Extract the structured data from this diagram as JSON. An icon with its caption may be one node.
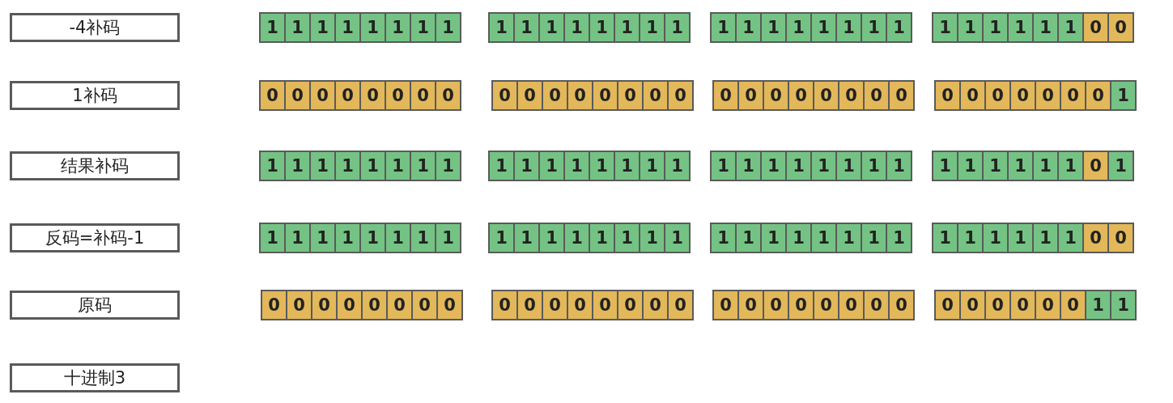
{
  "diagram": {
    "nodes": [
      {
        "text": [
          "-4补码"
        ]
      },
      {
        "text": [
          "1"
        ]
      },
      {
        "text": [
          "1"
        ]
      },
      {
        "text": [
          "1"
        ]
      },
      {
        "text": [
          "1"
        ]
      },
      {
        "text": [
          "1"
        ]
      },
      {
        "text": [
          "1"
        ]
      },
      {
        "text": [
          "1"
        ]
      },
      {
        "text": [
          "1"
        ]
      },
      {
        "text": [
          "1"
        ]
      },
      {
        "text": [
          "1"
        ]
      },
      {
        "text": [
          "1"
        ]
      },
      {
        "text": [
          "1"
        ]
      },
      {
        "text": [
          "1"
        ]
      },
      {
        "text": [
          "1"
        ]
      },
      {
        "text": [
          "1"
        ]
      },
      {
        "text": [
          "1"
        ]
      },
      {
        "text": [
          "1"
        ]
      },
      {
        "text": [
          "1"
        ]
      },
      {
        "text": [
          "1"
        ]
      },
      {
        "text": [
          "1"
        ]
      },
      {
        "text": [
          "1"
        ]
      },
      {
        "text": [
          "1"
        ]
      },
      {
        "text": [
          "1"
        ]
      },
      {
        "text": [
          "1"
        ]
      },
      {
        "text": [
          "1"
        ]
      },
      {
        "text": [
          "1"
        ]
      },
      {
        "text": [
          "1"
        ]
      },
      {
        "text": [
          "1"
        ]
      },
      {
        "text": [
          "1"
        ]
      },
      {
        "text": [
          "1"
        ]
      },
      {
        "text": [
          "0"
        ]
      },
      {
        "text": [
          "0"
        ]
      },
      {
        "text": [
          "1补码"
        ]
      },
      {
        "text": [
          "0"
        ]
      },
      {
        "text": [
          "0"
        ]
      },
      {
        "text": [
          "0"
        ]
      },
      {
        "text": [
          "0"
        ]
      },
      {
        "text": [
          "0"
        ]
      },
      {
        "text": [
          "0"
        ]
      },
      {
        "text": [
          "0"
        ]
      },
      {
        "text": [
          "0"
        ]
      },
      {
        "text": [
          "0"
        ]
      },
      {
        "text": [
          "0"
        ]
      },
      {
        "text": [
          "0"
        ]
      },
      {
        "text": [
          "0"
        ]
      },
      {
        "text": [
          "0"
        ]
      },
      {
        "text": [
          "0"
        ]
      },
      {
        "text": [
          "0"
        ]
      },
      {
        "text": [
          "0"
        ]
      },
      {
        "text": [
          "0"
        ]
      },
      {
        "text": [
          "0"
        ]
      },
      {
        "text": [
          "0"
        ]
      },
      {
        "text": [
          "0"
        ]
      },
      {
        "text": [
          "0"
        ]
      },
      {
        "text": [
          "0"
        ]
      },
      {
        "text": [
          "0"
        ]
      },
      {
        "text": [
          "0"
        ]
      },
      {
        "text": [
          "0"
        ]
      },
      {
        "text": [
          "0"
        ]
      },
      {
        "text": [
          "0"
        ]
      },
      {
        "text": [
          "0"
        ]
      },
      {
        "text": [
          "0"
        ]
      },
      {
        "text": [
          "0"
        ]
      },
      {
        "text": [
          "0"
        ]
      },
      {
        "text": [
          "1"
        ]
      },
      {
        "text": [
          "结果补码"
        ]
      },
      {
        "text": [
          "1"
        ]
      },
      {
        "text": [
          "1"
        ]
      },
      {
        "text": [
          "1"
        ]
      },
      {
        "text": [
          "1"
        ]
      },
      {
        "text": [
          "1"
        ]
      },
      {
        "text": [
          "1"
        ]
      },
      {
        "text": [
          "1"
        ]
      },
      {
        "text": [
          "1"
        ]
      },
      {
        "text": [
          "1"
        ]
      },
      {
        "text": [
          "1"
        ]
      },
      {
        "text": [
          "1"
        ]
      },
      {
        "text": [
          "1"
        ]
      },
      {
        "text": [
          "1"
        ]
      },
      {
        "text": [
          "1"
        ]
      },
      {
        "text": [
          "1"
        ]
      },
      {
        "text": [
          "1"
        ]
      },
      {
        "text": [
          "1"
        ]
      },
      {
        "text": [
          "1"
        ]
      },
      {
        "text": [
          "1"
        ]
      },
      {
        "text": [
          "1"
        ]
      },
      {
        "text": [
          "1"
        ]
      },
      {
        "text": [
          "1"
        ]
      },
      {
        "text": [
          "1"
        ]
      },
      {
        "text": [
          "1"
        ]
      },
      {
        "text": [
          "1"
        ]
      },
      {
        "text": [
          "1"
        ]
      },
      {
        "text": [
          "1"
        ]
      },
      {
        "text": [
          "1"
        ]
      },
      {
        "text": [
          "1"
        ]
      },
      {
        "text": [
          "1"
        ]
      },
      {
        "text": [
          "0"
        ]
      },
      {
        "text": [
          "1"
        ]
      },
      {
        "text": [
          "反码=补码-1"
        ]
      },
      {
        "text": [
          "1"
        ]
      },
      {
        "text": [
          "1"
        ]
      },
      {
        "text": [
          "1"
        ]
      },
      {
        "text": [
          "1"
        ]
      },
      {
        "text": [
          "1"
        ]
      },
      {
        "text": [
          "1"
        ]
      },
      {
        "text": [
          "1"
        ]
      },
      {
        "text": [
          "1"
        ]
      },
      {
        "text": [
          "1"
        ]
      },
      {
        "text": [
          "1"
        ]
      },
      {
        "text": [
          "1"
        ]
      },
      {
        "text": [
          "1"
        ]
      },
      {
        "text": [
          "1"
        ]
      },
      {
        "text": [
          "1"
        ]
      },
      {
        "text": [
          "1"
        ]
      },
      {
        "text": [
          "1"
        ]
      },
      {
        "text": [
          "1"
        ]
      },
      {
        "text": [
          "1"
        ]
      },
      {
        "text": [
          "1"
        ]
      },
      {
        "text": [
          "1"
        ]
      },
      {
        "text": [
          "1"
        ]
      },
      {
        "text": [
          "1"
        ]
      },
      {
        "text": [
          "1"
        ]
      },
      {
        "text": [
          "1"
        ]
      },
      {
        "text": [
          "1"
        ]
      },
      {
        "text": [
          "1"
        ]
      },
      {
        "text": [
          "1"
        ]
      },
      {
        "text": [
          "1"
        ]
      },
      {
        "text": [
          "1"
        ]
      },
      {
        "text": [
          "1"
        ]
      },
      {
        "text": [
          "0"
        ]
      },
      {
        "text": [
          "0"
        ]
      },
      {
        "text": [
          "原码"
        ]
      },
      {
        "text": [
          "0"
        ]
      },
      {
        "text": [
          "0"
        ]
      },
      {
        "text": [
          "0"
        ]
      },
      {
        "text": [
          "0"
        ]
      },
      {
        "text": [
          "0"
        ]
      },
      {
        "text": [
          "0"
        ]
      },
      {
        "text": [
          "0"
        ]
      },
      {
        "text": [
          "0"
        ]
      },
      {
        "text": [
          "0"
        ]
      },
      {
        "text": [
          "0"
        ]
      },
      {
        "text": [
          "0"
        ]
      },
      {
        "text": [
          "0"
        ]
      },
      {
        "text": [
          "0"
        ]
      },
      {
        "text": [
          "0"
        ]
      },
      {
        "text": [
          "0"
        ]
      },
      {
        "text": [
          "0"
        ]
      },
      {
        "text": [
          "0"
        ]
      },
      {
        "text": [
          "0"
        ]
      },
      {
        "text": [
          "0"
        ]
      },
      {
        "text": [
          "0"
        ]
      },
      {
        "text": [
          "0"
        ]
      },
      {
        "text": [
          "0"
        ]
      },
      {
        "text": [
          "0"
        ]
      },
      {
        "text": [
          "0"
        ]
      },
      {
        "text": [
          "0"
        ]
      },
      {
        "text": [
          "0"
        ]
      },
      {
        "text": [
          "0"
        ]
      },
      {
        "text": [
          "0"
        ]
      },
      {
        "text": [
          "0"
        ]
      },
      {
        "text": [
          "0"
        ]
      },
      {
        "text": [
          "1"
        ]
      },
      {
        "text": [
          "1"
        ]
      },
      {
        "text": [
          "十进制3"
        ]
      }
    ]
  }
}
